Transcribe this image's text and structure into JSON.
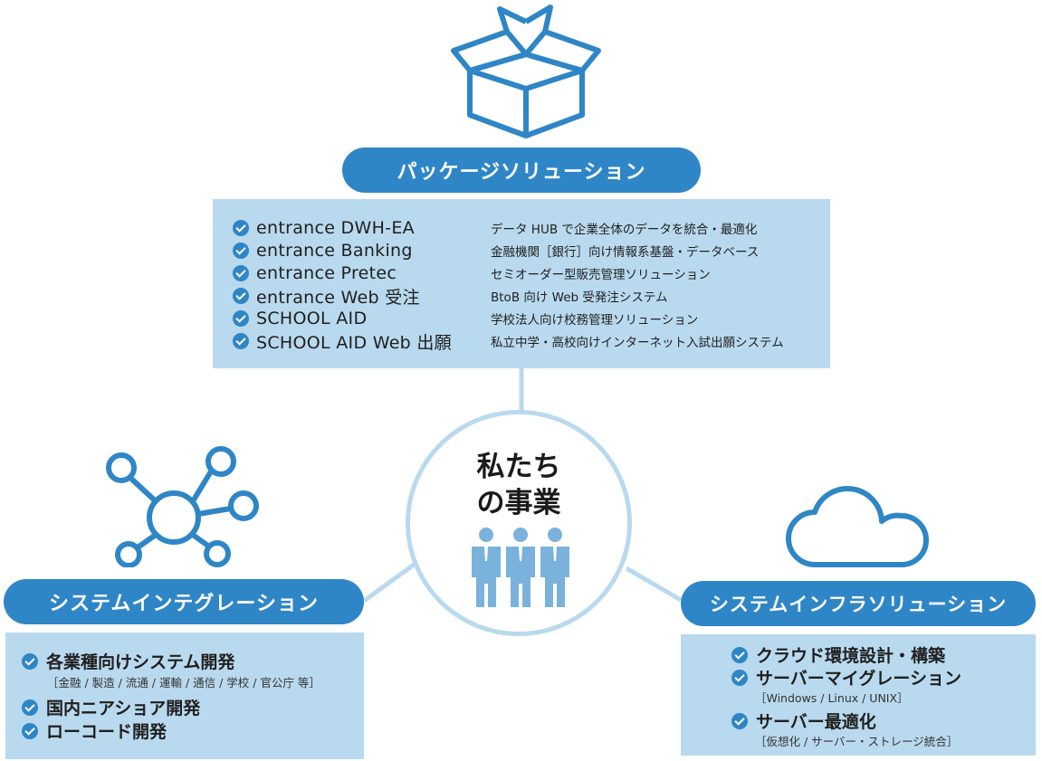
{
  "center": {
    "line1": "私たち",
    "line2": "の事業"
  },
  "package": {
    "title": "パッケージソリューション",
    "items": [
      {
        "name": "entrance DWH-EA",
        "desc": "データ HUB で企業全体のデータを統合・最適化"
      },
      {
        "name": "entrance Banking",
        "desc": "金融機関［銀行］向け情報系基盤・データベース"
      },
      {
        "name": "entrance Pretec",
        "desc": "セミオーダー型販売管理ソリューション"
      },
      {
        "name": "entrance Web 受注",
        "desc": "BtoB 向け Web 受発注システム"
      },
      {
        "name": "SCHOOL AID",
        "desc": "学校法人向け校務管理ソリューション"
      },
      {
        "name": "SCHOOL AID Web 出願",
        "desc": "私立中学・高校向けインターネット入試出願システム"
      }
    ]
  },
  "integration": {
    "title": "システムインテグレーション",
    "items": [
      {
        "label": "各業種向けシステム開発",
        "sub": "［金融 / 製造 / 流通 / 運輸 / 通信 / 学校 / 官公庁 等］"
      },
      {
        "label": "国内ニアショア開発",
        "sub": ""
      },
      {
        "label": "ローコード開発",
        "sub": ""
      }
    ]
  },
  "infra": {
    "title": "システムインフラソリューション",
    "items": [
      {
        "label": "クラウド環境設計・構築",
        "sub": ""
      },
      {
        "label": "サーバーマイグレーション",
        "sub": "［Windows / Linux / UNIX］"
      },
      {
        "label": "サーバー最適化",
        "sub": "［仮想化 / サーバー・ストレージ統合］"
      }
    ]
  },
  "colors": {
    "accent": "#2f86c6",
    "panel": "#b9d9ee",
    "figure": "#7ab2dc"
  },
  "icons": {
    "package": "box-icon",
    "integration": "network-icon",
    "infra": "cloud-icon",
    "center": "people-icon",
    "bullet": "check-circle-icon"
  }
}
